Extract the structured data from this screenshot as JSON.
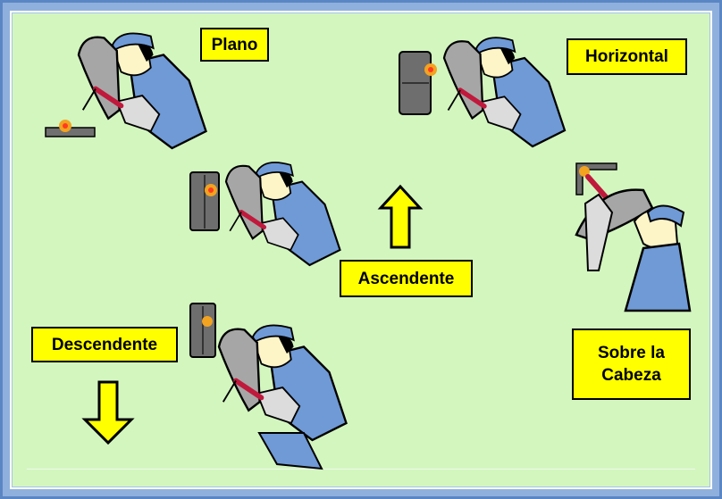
{
  "labels": {
    "plano": "Plano",
    "horizontal": "Horizontal",
    "ascendente": "Ascendente",
    "descendente": "Descendente",
    "sobre_la_cabeza": "Sobre la Cabeza"
  },
  "colors": {
    "background": "#d3f6bf",
    "frame": "#5b86c4",
    "label_fill": "#ffff00",
    "arrow_fill": "#ffff00",
    "uniform": "#6f9ad6",
    "helmet": "#a6a6a6",
    "electrode": "#c0193c"
  },
  "icons": [
    "welder-flat-illustration",
    "welder-horizontal-illustration",
    "welder-vertical-up-illustration",
    "welder-vertical-down-illustration",
    "welder-overhead-illustration",
    "up-arrow-icon",
    "down-arrow-icon"
  ]
}
